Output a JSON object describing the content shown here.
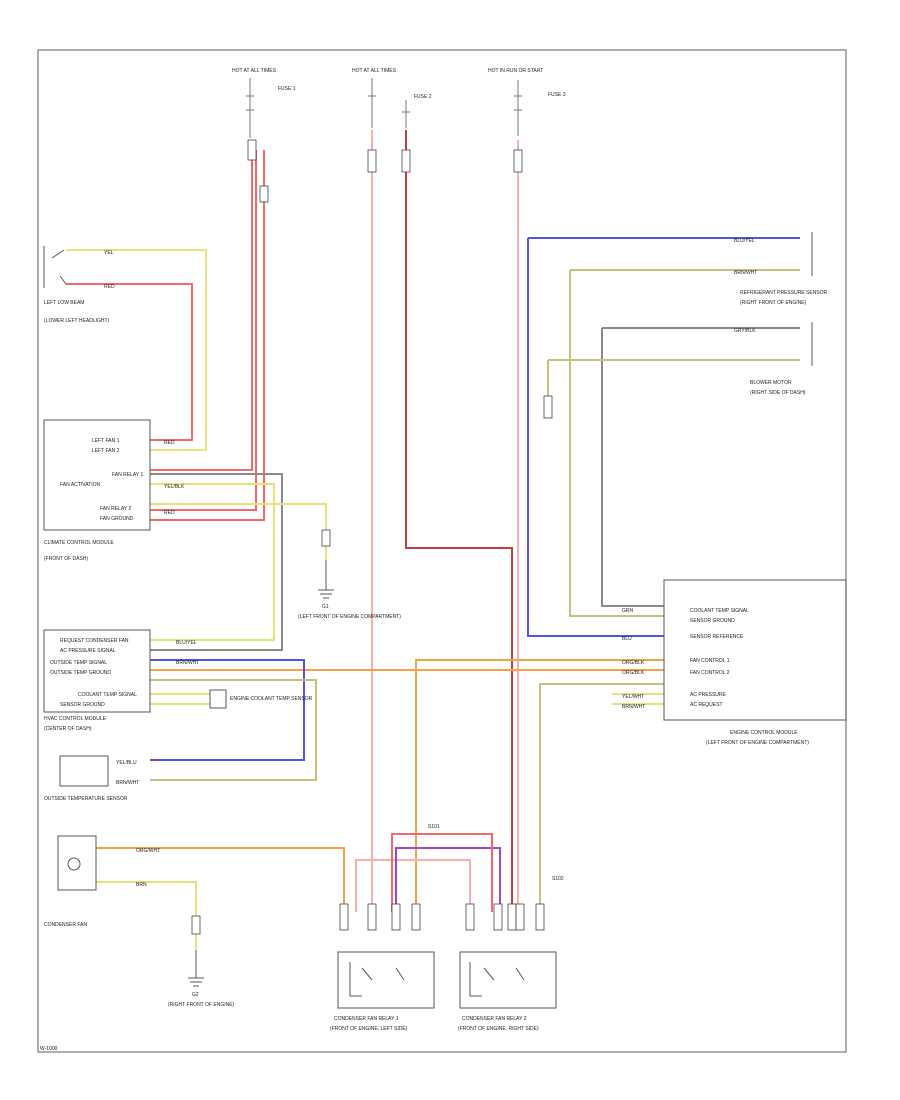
{
  "colors": {
    "red": "#f06a6a",
    "pink": "#f7b0b0",
    "dark_red": "#c0403c",
    "yellow": "#e8e07a",
    "orange": "#f3a24a",
    "blue": "#5555d8",
    "purple": "#9a4ac8",
    "gray": "#8a8a8a",
    "olive": "#c6c07a",
    "light_yellow": "#eee9a0"
  },
  "labels": {
    "fuse_a": "HOT AT ALL TIMES",
    "fuse_a_sub": "FUSE 1",
    "fuse_b": "HOT AT ALL TIMES",
    "fuse_b_sub": "FUSE 2",
    "fuse_c": "HOT IN RUN OR START",
    "fuse_c_sub": "FUSE 3",
    "left_low_beam": "LEFT LOW BEAM",
    "left_headlight": "(LOWER LEFT HEADLIGHT)",
    "module_left": "CLIMATE CONTROL MODULE",
    "module_left_sub": "(FRONT OF DASH)",
    "ground_1": "G1",
    "ground_1_sub": "(LEFT FRONT OF ENGINE COMPARTMENT)",
    "hvac_module": "HVAC CONTROL MODULE",
    "hvac_sub": "(CENTER OF DASH)",
    "outside_temp": "OUTSIDE TEMPERATURE SENSOR",
    "condenser_fan": "CONDENSER FAN",
    "ground_2": "G2",
    "ground_2_sub": "(RIGHT FRONT OF ENGINE)",
    "relay_1": "CONDENSER FAN RELAY 1",
    "relay_1_sub": "(FRONT OF ENGINE, LEFT SIDE)",
    "relay_2": "CONDENSER FAN RELAY 2",
    "relay_2_sub": "(FRONT OF ENGINE, RIGHT SIDE)",
    "refrig_pressure": "REFRIGERANT PRESSURE SENSOR",
    "refrig_sub": "(RIGHT FRONT OF ENGINE)",
    "ect_sensor": "ENGINE COOLANT TEMP SENSOR",
    "pcm": "ENGINE CONTROL MODULE",
    "pcm_sub": "(LEFT FRONT OF ENGINE COMPARTMENT)",
    "blower": "BLOWER MOTOR",
    "blower_sub": "(RIGHT SIDE OF DASH)",
    "splice_a": "S101",
    "splice_b": "S102",
    "footer": "W-1000"
  },
  "wire_labels": {
    "w1": "YEL",
    "w2": "RED",
    "w3": "RED",
    "w4": "RED",
    "w5": "YEL/BLK",
    "w6": "BLU/YEL",
    "w7": "BRN/WHT",
    "w8": "GRY/BLK",
    "w9": "BRN/WHT",
    "w10": "BLU/YEL",
    "w11": "ORG/BLK",
    "w12": "ORG/BLK",
    "w13": "YEL/WHT",
    "w14": "BRN/WHT",
    "w15": "YEL/BLU",
    "w16": "BRN/WHT",
    "w17": "ORG/WHT",
    "w18": "BRN",
    "w19": "GRN",
    "w20": "BLU"
  },
  "pin_labels": {
    "hv1": "LEFT FAN 1",
    "hv2": "LEFT FAN 2",
    "hv3": "FAN RELAY 1",
    "hv4": "FAN ACTIVATION",
    "hv5": "FAN RELAY 2",
    "hv6": "FAN GROUND",
    "hc1": "REQUEST CONDENSER FAN",
    "hc2": "AC PRESSURE SIGNAL",
    "hc3": "OUTSIDE TEMP SIGNAL",
    "hc4": "OUTSIDE TEMP GROUND",
    "hc5": "COOLANT TEMP SIGNAL",
    "hc6": "SENSOR GROUND",
    "pc1": "COOLANT TEMP SIGNAL",
    "pc2": "SENSOR GROUND",
    "pc3": "SENSOR REFERENCE",
    "pc4": "FAN CONTROL 1",
    "pc5": "FAN CONTROL 2",
    "pc6": "AC PRESSURE",
    "pc7": "AC REQUEST"
  }
}
